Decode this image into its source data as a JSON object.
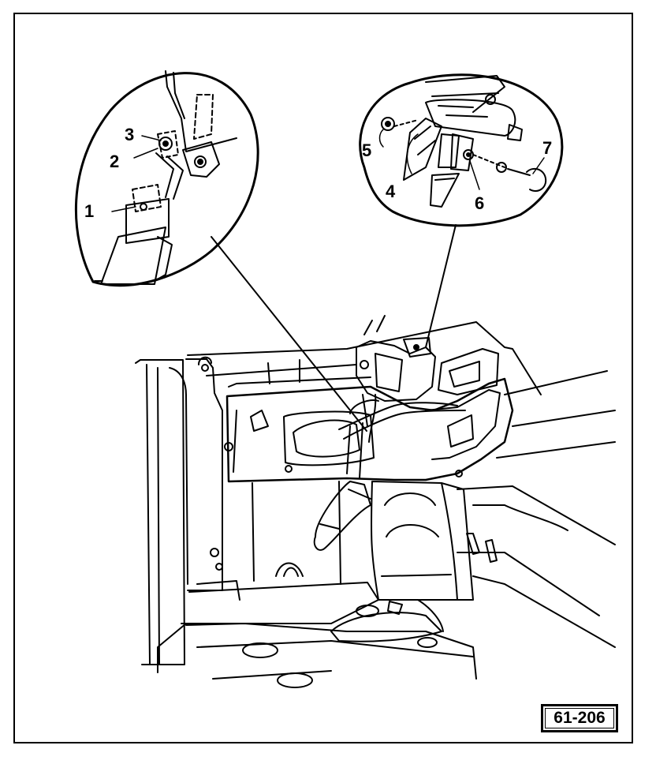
{
  "diagram": {
    "callouts": [
      {
        "id": "c1",
        "label": "1"
      },
      {
        "id": "c2",
        "label": "2"
      },
      {
        "id": "c3",
        "label": "3"
      },
      {
        "id": "c4",
        "label": "4"
      },
      {
        "id": "c5",
        "label": "5"
      },
      {
        "id": "c6",
        "label": "6"
      },
      {
        "id": "c7",
        "label": "7"
      }
    ],
    "figure_ref": "61-206"
  }
}
